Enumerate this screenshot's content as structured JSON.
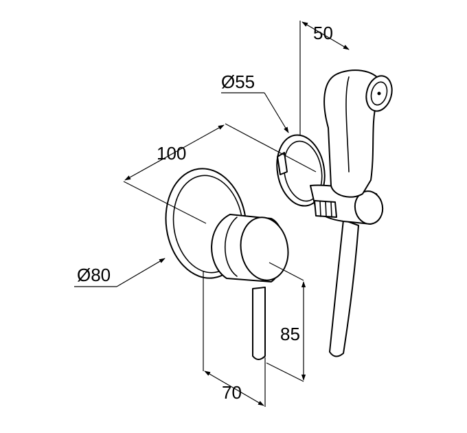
{
  "dimensions": {
    "top_width": "50",
    "hose_diameter": "Ø55",
    "depth": "100",
    "plate_diameter": "Ø80",
    "lever_height": "85",
    "projection": "70"
  }
}
